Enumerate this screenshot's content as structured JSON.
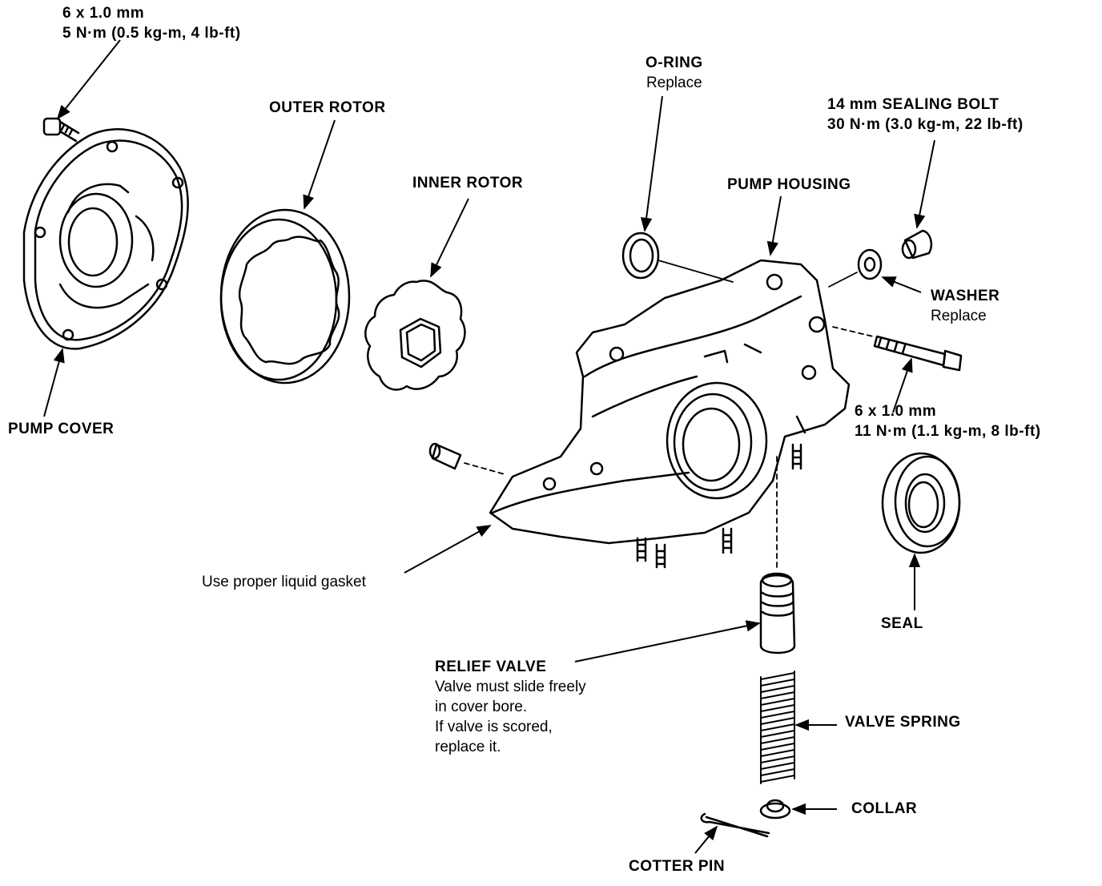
{
  "labels": {
    "cover_bolt": {
      "line1": "6 x 1.0 mm",
      "line2": "5 N·m (0.5 kg-m, 4 lb-ft)"
    },
    "outer_rotor": "OUTER ROTOR",
    "inner_rotor": "INNER ROTOR",
    "o_ring": {
      "title": "O-RING",
      "note": "Replace"
    },
    "sealing_bolt": {
      "line1": "14 mm SEALING BOLT",
      "line2": "30 N·m (3.0 kg-m, 22 lb-ft)"
    },
    "pump_housing": "PUMP HOUSING",
    "washer": {
      "title": "WASHER",
      "note": "Replace"
    },
    "pump_cover": "PUMP COVER",
    "housing_bolt": {
      "line1": "6 x 1.0 mm",
      "line2": "11 N·m (1.1 kg-m, 8 lb-ft)"
    },
    "liquid_gasket": "Use proper liquid gasket",
    "seal": "SEAL",
    "relief_valve": {
      "title": "RELIEF VALVE",
      "note1": "Valve must slide freely",
      "note2": "in cover bore.",
      "note3": "If valve is scored,",
      "note4": "replace it."
    },
    "valve_spring": "VALVE SPRING",
    "collar": "COLLAR",
    "cotter_pin": "COTTER PIN"
  }
}
